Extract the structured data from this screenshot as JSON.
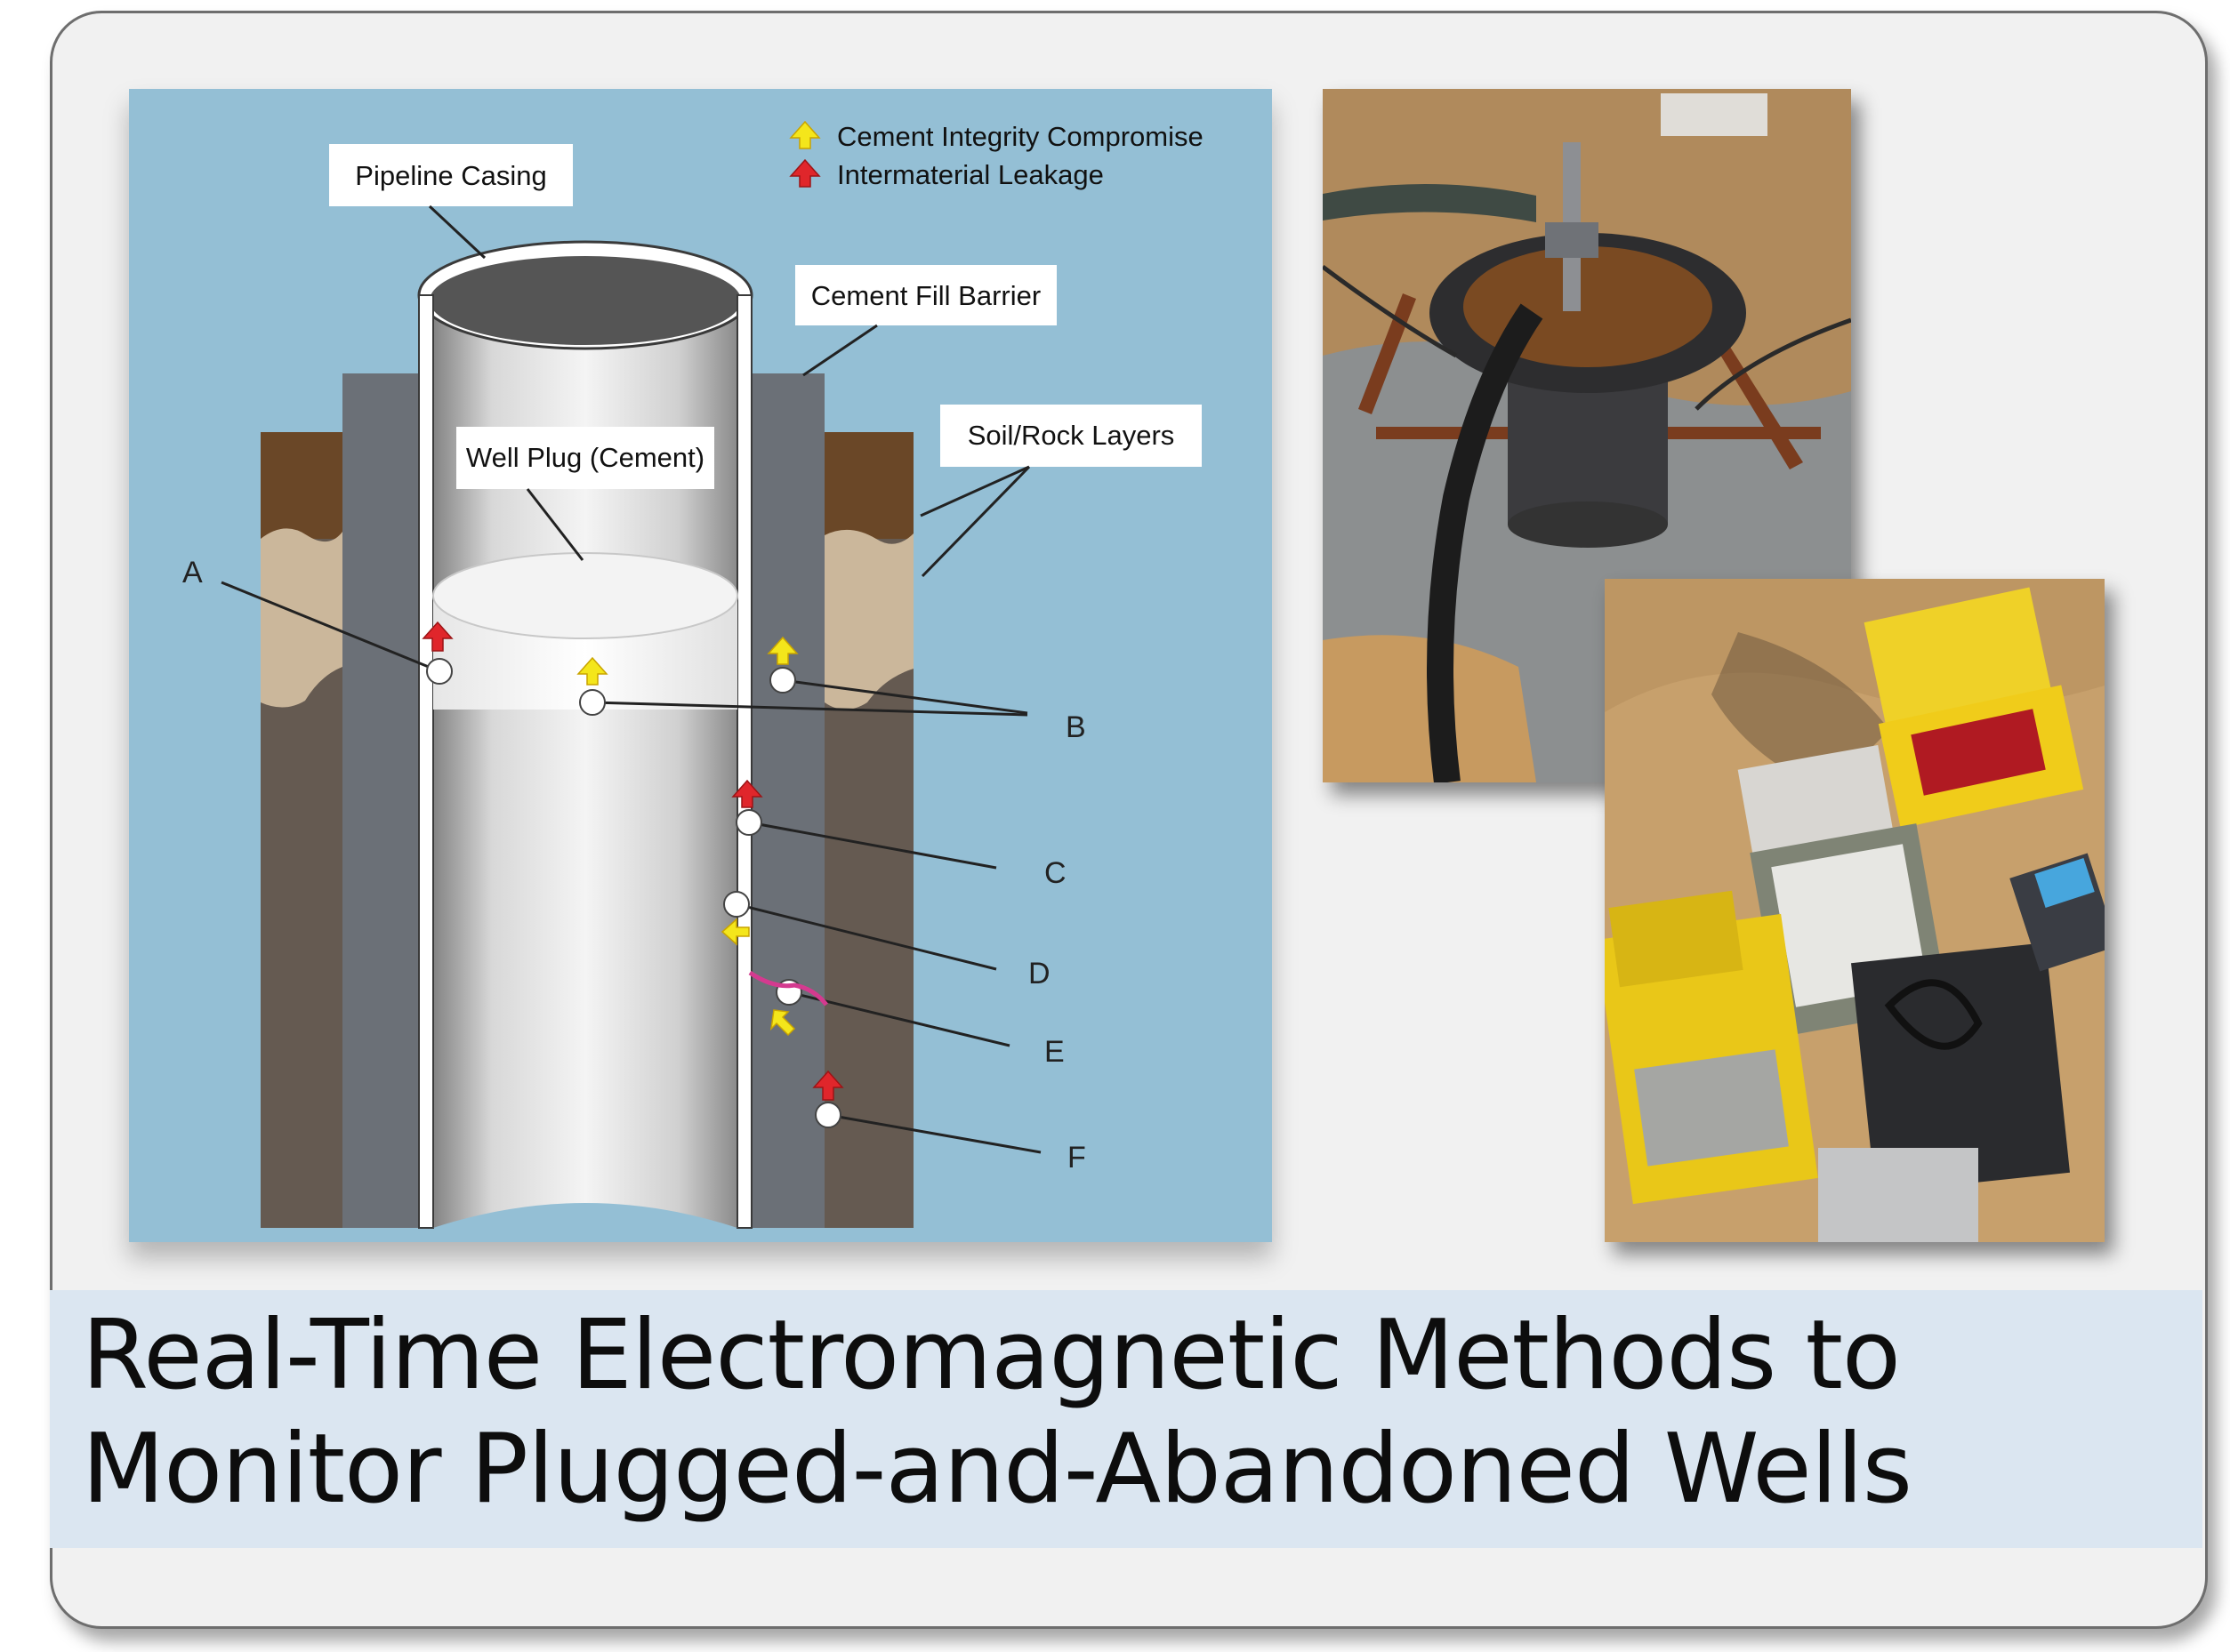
{
  "title": {
    "line1": "Real-Time Electromagnetic Methods to",
    "line2": "Monitor Plugged-and-Abandoned Wells"
  },
  "diagram": {
    "legend": {
      "cement_integrity": "Cement Integrity Compromise",
      "intermaterial_leakage": "Intermaterial Leakage"
    },
    "callouts": {
      "pipeline_casing": "Pipeline Casing",
      "cement_fill_barrier": "Cement Fill Barrier",
      "well_plug": "Well Plug (Cement)",
      "soil_rock_layers": "Soil/Rock Layers"
    },
    "markers": [
      "A",
      "B",
      "C",
      "D",
      "E",
      "F"
    ]
  },
  "photos": {
    "top": "wellhead-photo",
    "bottom": "monitoring-equipment-photo"
  },
  "colors": {
    "diagram_background": "#94bfd5",
    "title_band": "#dbe6f1",
    "cement_integrity_arrow": "#f4e61b",
    "intermaterial_leakage_arrow": "#e0262b"
  }
}
